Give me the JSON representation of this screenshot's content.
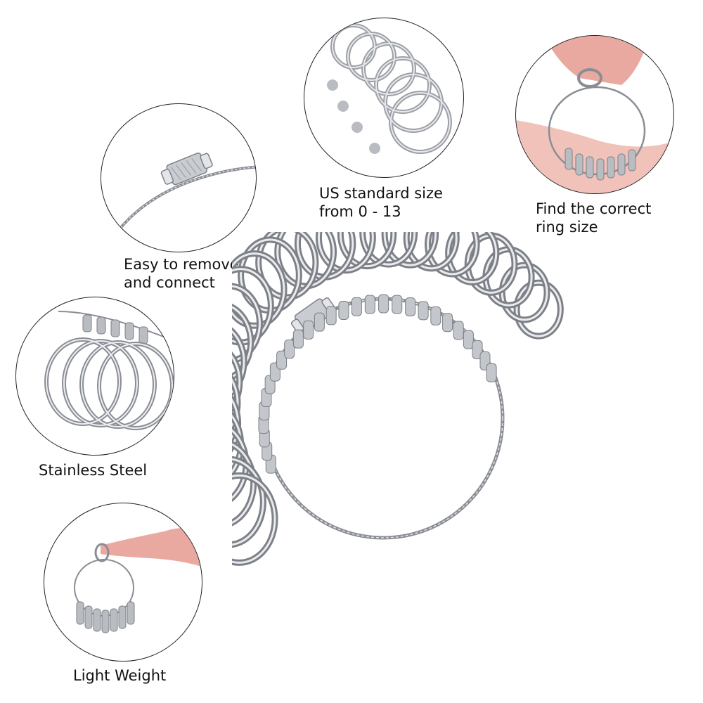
{
  "features": [
    {
      "id": "wire",
      "icon": "wire-clasp-icon",
      "line1": "Easy to remove",
      "line2": "and connect"
    },
    {
      "id": "sizes",
      "icon": "ring-stack-icon",
      "line1": "US standard size",
      "line2": "from 0 - 13"
    },
    {
      "id": "fit",
      "icon": "finger-ring-icon",
      "line1": "Find the correct",
      "line2": "ring size"
    },
    {
      "id": "steel",
      "icon": "steel-rings-icon",
      "line1": "Stainless Steel",
      "line2": ""
    },
    {
      "id": "weight",
      "icon": "hanging-rings-icon",
      "line1": "Light Weight",
      "line2": ""
    }
  ],
  "colors": {
    "metal": "#c9ccd1",
    "metal_dark": "#7d8187",
    "skin": "#e9a9a0",
    "outline": "#222222"
  }
}
